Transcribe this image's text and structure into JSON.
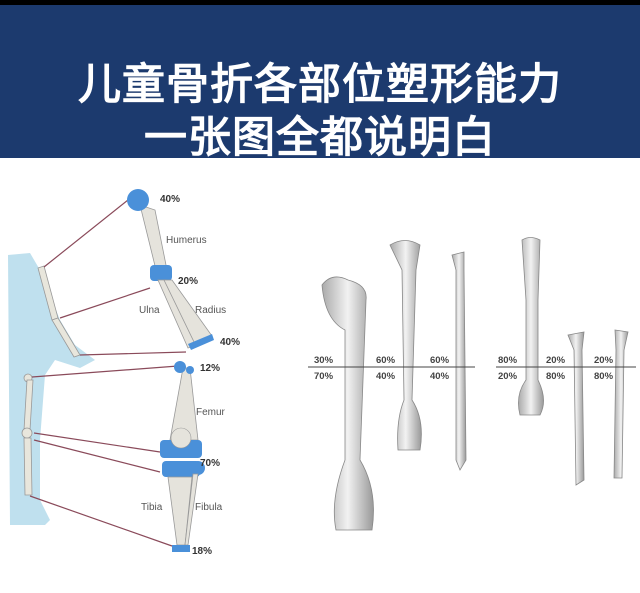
{
  "header": {
    "title_line1": "儿童骨折各部位塑形能力",
    "title_line2": "一张图全都说明白",
    "background": "#1c3a6e"
  },
  "left_diagram": {
    "accent": "#4a90d9",
    "labels": {
      "humerus": "Humerus",
      "ulna": "Ulna",
      "radius": "Radius",
      "femur": "Femur",
      "tibia": "Tibia",
      "fibula": "Fibula"
    },
    "percentages": {
      "proximal_humerus": "40%",
      "distal_humerus": "20%",
      "distal_radius": "40%",
      "proximal_femur": "12%",
      "knee": "70%",
      "distal_tibia": "18%"
    }
  },
  "right_diagram": {
    "groups": [
      {
        "top": "30%",
        "bottom": "70%"
      },
      {
        "top": "60%",
        "bottom": "40%"
      },
      {
        "top": "60%",
        "bottom": "40%"
      },
      {
        "top": "80%",
        "bottom": "20%"
      },
      {
        "top": "20%",
        "bottom": "80%"
      },
      {
        "top": "20%",
        "bottom": "80%"
      }
    ]
  }
}
